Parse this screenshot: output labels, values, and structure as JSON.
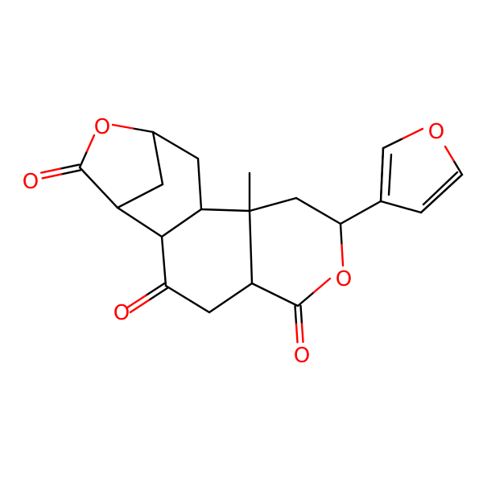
{
  "colors": {
    "carbon": "#000000",
    "oxygen": "#ff0000",
    "background": "#ffffff"
  },
  "atoms": [
    {
      "id": "O_ring_top",
      "el": "O",
      "label": "O"
    },
    {
      "id": "O_carbonyl_left",
      "el": "O",
      "label": "O"
    },
    {
      "id": "O_ketone",
      "el": "O",
      "label": "O"
    },
    {
      "id": "O_lactone_ring",
      "el": "O",
      "label": "O"
    },
    {
      "id": "O_lactone_carbonyl",
      "el": "O",
      "label": "O"
    },
    {
      "id": "O_furan",
      "el": "O",
      "label": "O"
    }
  ]
}
